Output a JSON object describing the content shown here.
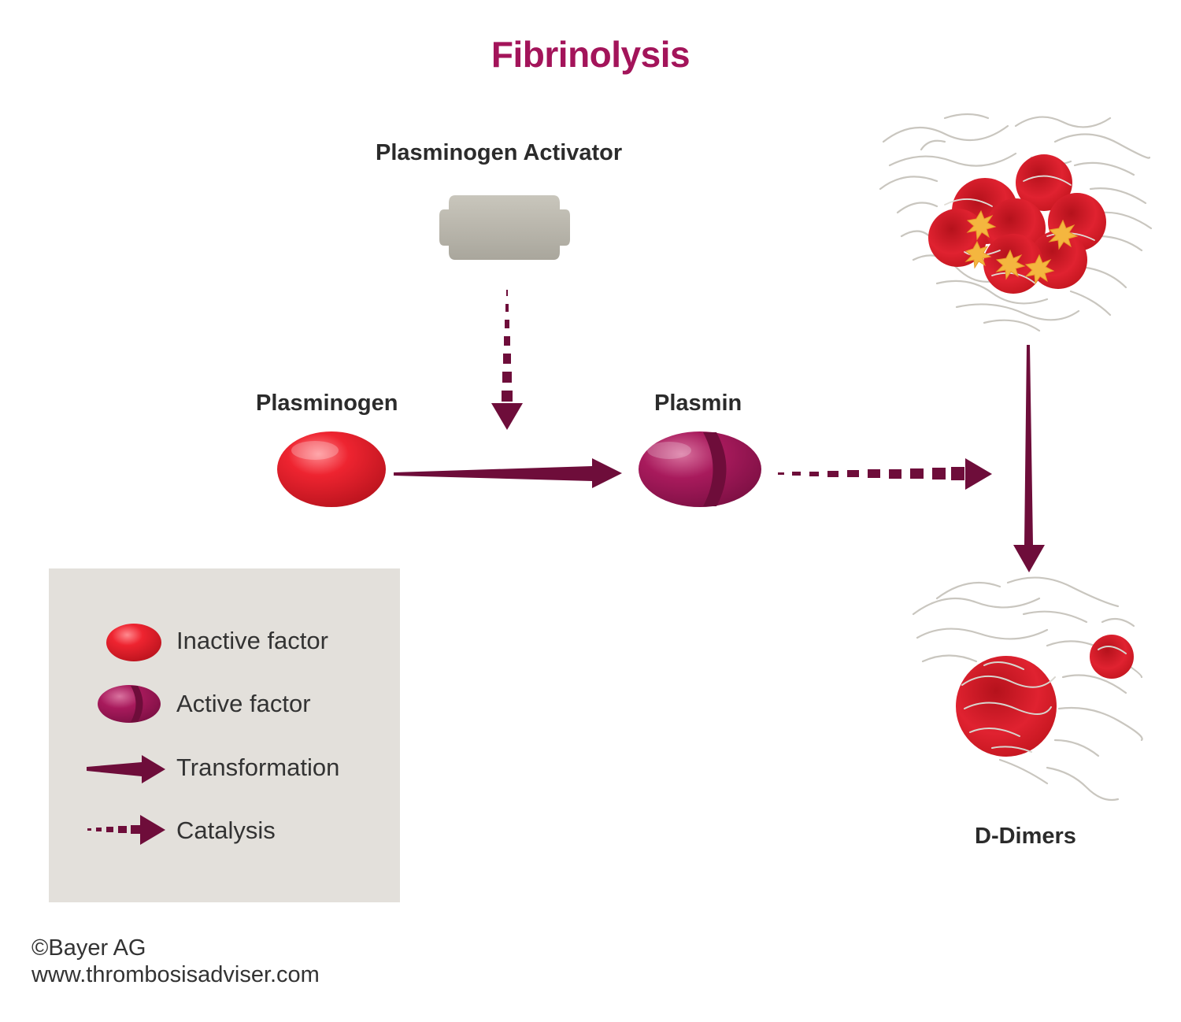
{
  "title": "Fibrinolysis",
  "nodes": {
    "activator": "Plasminogen Activator",
    "plasminogen": "Plasminogen",
    "plasmin": "Plasmin",
    "ddimers": "D-Dimers"
  },
  "legend": {
    "inactive": "Inactive factor",
    "active": "Active factor",
    "transformation": "Transformation",
    "catalysis": "Catalysis"
  },
  "footer": {
    "copyright": "©Bayer AG",
    "url": "www.thrombosisadviser.com"
  },
  "colors": {
    "title": "#a3145a",
    "inactive": "#e31e2d",
    "active": "#a31a5a",
    "arrow": "#6e0d3a",
    "activator": "#bdbab0",
    "fibrin": "#c9c6bf",
    "platelet": "#f4b63f"
  }
}
